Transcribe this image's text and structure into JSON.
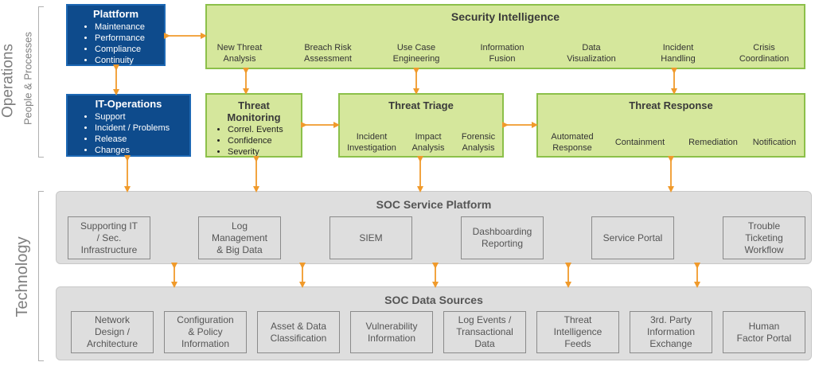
{
  "side_labels": {
    "operations": "Operations",
    "people_processes": "People & Processes",
    "technology": "Technology"
  },
  "platform": {
    "title": "Plattform",
    "items": [
      "Maintenance",
      "Performance",
      "Compliance",
      "Continuity"
    ]
  },
  "it_operations": {
    "title": "IT-Operations",
    "items": [
      "Support",
      "Incident / Problems",
      "Release",
      "Changes"
    ]
  },
  "security_intelligence": {
    "title": "Security Intelligence",
    "items": [
      [
        "New Threat",
        "Analysis"
      ],
      [
        "Breach Risk",
        "Assessment"
      ],
      [
        "Use Case",
        "Engineering"
      ],
      [
        "Information",
        "Fusion"
      ],
      [
        "Data",
        "Visualization"
      ],
      [
        "Incident",
        "Handling"
      ],
      [
        "Crisis",
        "Coordination"
      ]
    ]
  },
  "threat_monitoring": {
    "title_line1": "Threat",
    "title_line2": "Monitoring",
    "items": [
      "Correl. Events",
      "Confidence",
      "Severity"
    ]
  },
  "threat_triage": {
    "title": "Threat Triage",
    "items": [
      [
        "Incident",
        "Investigation"
      ],
      [
        "Impact",
        "Analysis"
      ],
      [
        "Forensic",
        "Analysis"
      ]
    ]
  },
  "threat_response": {
    "title": "Threat Response",
    "items": [
      [
        "Automated",
        "Response"
      ],
      [
        "Containment"
      ],
      [
        "Remediation"
      ],
      [
        "Notification"
      ]
    ]
  },
  "soc_service_platform": {
    "title": "SOC Service Platform",
    "items": [
      [
        "Supporting IT",
        "/ Sec.",
        "Infrastructure"
      ],
      [
        "Log",
        "Management",
        "& Big Data"
      ],
      [
        "SIEM"
      ],
      [
        "Dashboarding",
        "Reporting"
      ],
      [
        "Service Portal"
      ],
      [
        "Trouble",
        "Ticketing",
        "Workflow"
      ]
    ]
  },
  "soc_data_sources": {
    "title": "SOC Data Sources",
    "items": [
      [
        "Network",
        "Design /",
        "Architecture"
      ],
      [
        "Configuration",
        "& Policy",
        "Information"
      ],
      [
        "Asset & Data",
        "Classification"
      ],
      [
        "Vulnerability",
        "Information"
      ],
      [
        "Log Events /",
        "Transactional",
        "Data"
      ],
      [
        "Threat",
        "Intelligence",
        "Feeds"
      ],
      [
        "3rd. Party",
        "Information",
        "Exchange"
      ],
      [
        "Human",
        "Factor Portal"
      ]
    ]
  },
  "colors": {
    "blue_fill": "#0e4b8c",
    "green_fill": "#d5e79c",
    "green_border": "#8cc04a",
    "grey_panel": "#dedede",
    "arrow": "#f09a2b"
  }
}
